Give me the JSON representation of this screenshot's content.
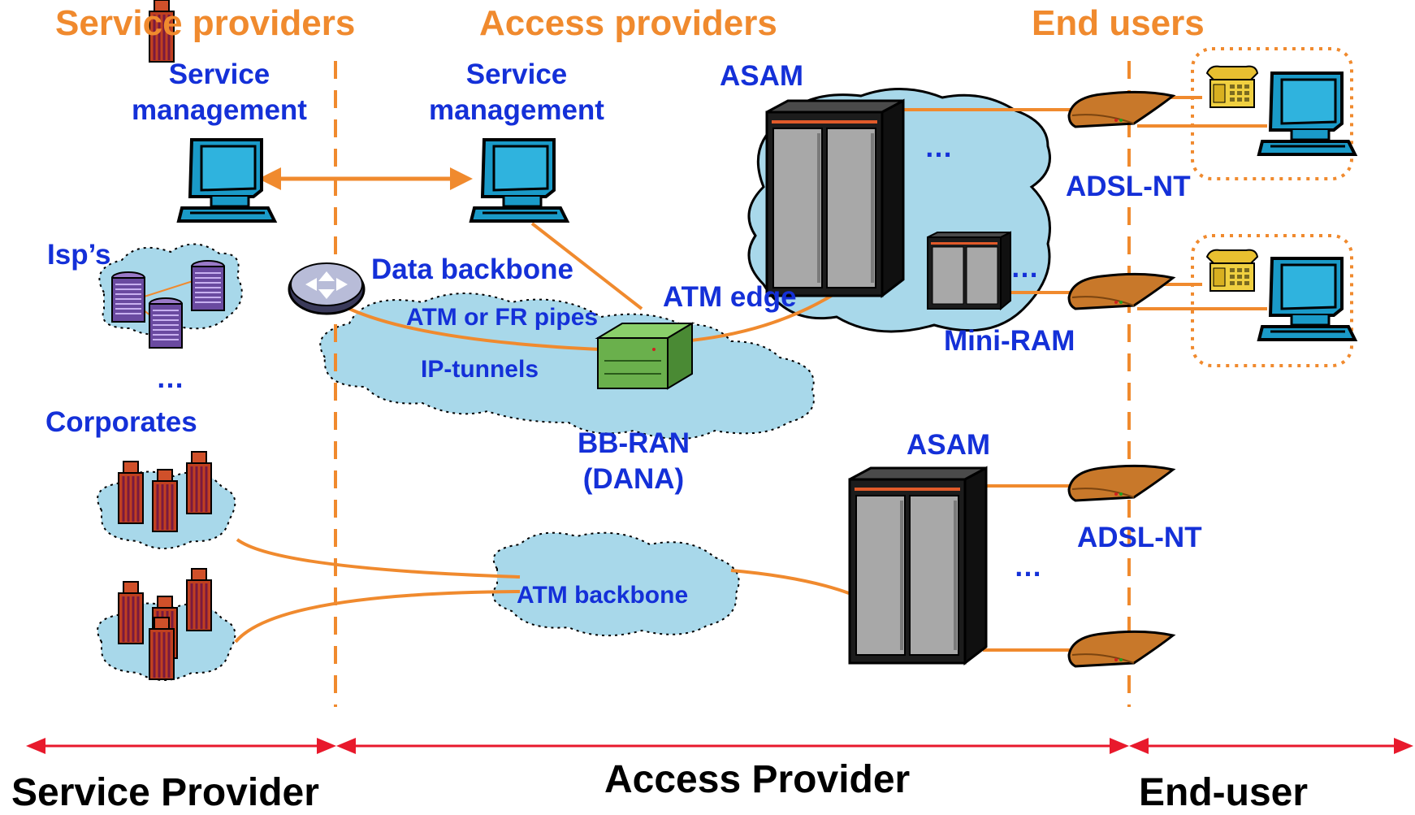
{
  "colors": {
    "orange": "#f08a2e",
    "blue_text": "#1430d8",
    "cloud": "#a8d8ea",
    "red_arrow": "#e8192c",
    "monitor": "#1a9ac8",
    "modem": "#c8782a",
    "asam_dark": "#1c1c1c",
    "asam_panel": "#a8a8a8",
    "switch_green": "#6ab04c"
  },
  "headers": {
    "service_providers": "Service providers",
    "access_providers": "Access providers",
    "end_users": "End users"
  },
  "labels": {
    "service_mgmt_left_1": "Service",
    "service_mgmt_left_2": "management",
    "service_mgmt_right_1": "Service",
    "service_mgmt_right_2": "management",
    "isps": "Isp’s",
    "ellipsis_isps": "…",
    "corporates": "Corporates",
    "data_backbone": "Data backbone",
    "atm_or_fr_pipes": "ATM or FR pipes",
    "ip_tunnels": "IP-tunnels",
    "atm_edge": "ATM edge",
    "bb_ran_1": "BB-RAN",
    "bb_ran_2": "(DANA)",
    "asam_top": "ASAM",
    "asam_bottom": "ASAM",
    "ellipsis_asam_top": "…",
    "ellipsis_asam_mid": "…",
    "ellipsis_asam_bottom": "…",
    "mini_ram": "Mini-RAM",
    "adsl_nt_top": "ADSL-NT",
    "adsl_nt_bottom": "ADSL-NT",
    "atm_backbone": "ATM backbone"
  },
  "bottom_labels": {
    "service_provider": "Service Provider",
    "access_provider": "Access Provider",
    "end_user": "End-user"
  },
  "icons": [
    "monitor-icon",
    "router-icon",
    "server-tower-icon",
    "building-icon",
    "atm-switch-icon",
    "asam-rack-icon",
    "mini-ram-icon",
    "modem-icon",
    "telephone-icon"
  ]
}
